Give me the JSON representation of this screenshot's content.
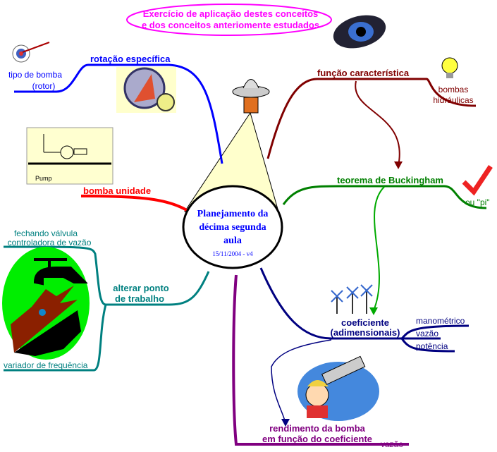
{
  "title_bubble": {
    "line1": "Exercício de aplicação destes conceitos",
    "line2": "e dos conceitos anteriomente estudados"
  },
  "center": {
    "line1": "Planejamento da",
    "line2": "décima segunda",
    "line3": "aula",
    "date": "15/11/2004 - v4"
  },
  "branches": {
    "rotacao": {
      "label": "rotação específica",
      "sub": {
        "line1": "tipo de bomba",
        "line2": "(rotor)"
      }
    },
    "bomba_unidade": {
      "label": "bomba unidade",
      "pump_label": "Pump"
    },
    "funcao": {
      "label": "função característica",
      "sub": {
        "line1": "bombas",
        "line2": "hidráulicas"
      }
    },
    "buckingham": {
      "label": "teorema de Buckingham",
      "sub": "ou \"pi\""
    },
    "coeficiente": {
      "line1": "coeficiente",
      "line2": "(adimensionais)",
      "subs": [
        "manométrico",
        "vazão",
        "potência"
      ]
    },
    "rendimento": {
      "line1": "rendimento da bomba",
      "line2": "em função do coeficiente",
      "sub": "vazão"
    },
    "alterar": {
      "line1": "alterar ponto",
      "line2": "de trabalho",
      "sub1": {
        "line1": "fechando válvula",
        "line2": "controladora de vazão"
      },
      "sub2": "variador de frequência"
    }
  },
  "colors": {
    "magenta": "#ff00ff",
    "blue": "#0000ff",
    "red": "#ff0000",
    "darkred": "#800000",
    "green": "#008000",
    "navy": "#000080",
    "purple": "#800080",
    "teal": "#008080"
  }
}
